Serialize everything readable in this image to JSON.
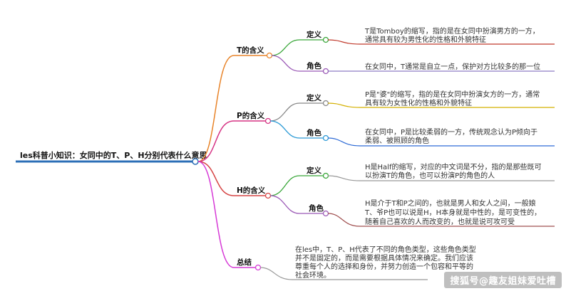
{
  "root": {
    "label": "les科普小知识：女同中的T、P、H分别代表什么意思"
  },
  "branches": [
    {
      "label": "T的含义",
      "color": "#e8842a",
      "children": [
        {
          "label": "定义",
          "color": "#3aa73a",
          "lineColor": "#c0392b",
          "desc": [
            "T是Tomboy的缩写，指的是在女同中扮演男方的一方，",
            "通常具有较为男性化的性格和外貌特征"
          ]
        },
        {
          "label": "角色",
          "color": "#9b59b6",
          "lineColor": "#8e7cc3",
          "desc": [
            "在女同中，T通常是自立一点，保护对方比较多的那一位"
          ]
        }
      ]
    },
    {
      "label": "P的含义",
      "color": "#d63384",
      "children": [
        {
          "label": "定义",
          "color": "#888888",
          "lineColor": "#d4b000",
          "desc": [
            "P是\"婆\"的缩写，指的是在女同中扮演女方的一方，通常",
            "具有较为女性化的性格和外貌特征"
          ]
        },
        {
          "label": "角色",
          "color": "#2e9bd6",
          "lineColor": "#2e6bd6",
          "desc": [
            "在女同中，P是比较柔弱的一方，传统观念认为P倾向于",
            "柔弱、被照顾的角色"
          ]
        }
      ]
    },
    {
      "label": "H的含义",
      "color": "#d64545",
      "children": [
        {
          "label": "定义",
          "color": "#3aa73a",
          "lineColor": "#999999",
          "desc": [
            "H是Half的缩写，对应的中文词是不分，指的是那些既可",
            "以扮演T的角色，也可以扮演P的角色的人"
          ]
        },
        {
          "label": "角色",
          "color": "#9b59b6",
          "lineColor": "#a05050",
          "desc": [
            "H是介于T和P之间的，也就是男人和女人之间，一般娘",
            "T、爷P也可以说是H，H本身就是中性的，是可变性的，",
            "随着自己喜欢的人而改变的，也就是说可攻可受"
          ]
        }
      ]
    },
    {
      "label": "总结",
      "color": "#d63ad6",
      "children": [],
      "desc": [
        "在les中，T、P、H代表了不同的角色类型，这些角色类型",
        "并不是固定的，而是需要根据具体情况来确定。我们应该",
        "尊重每个人的选择和身份，并努力创造一个包容和平等的",
        "社会环境。"
      ],
      "lineColor": "#999999"
    }
  ],
  "watermark": "搜狐号@趣友姐妹爱吐槽"
}
